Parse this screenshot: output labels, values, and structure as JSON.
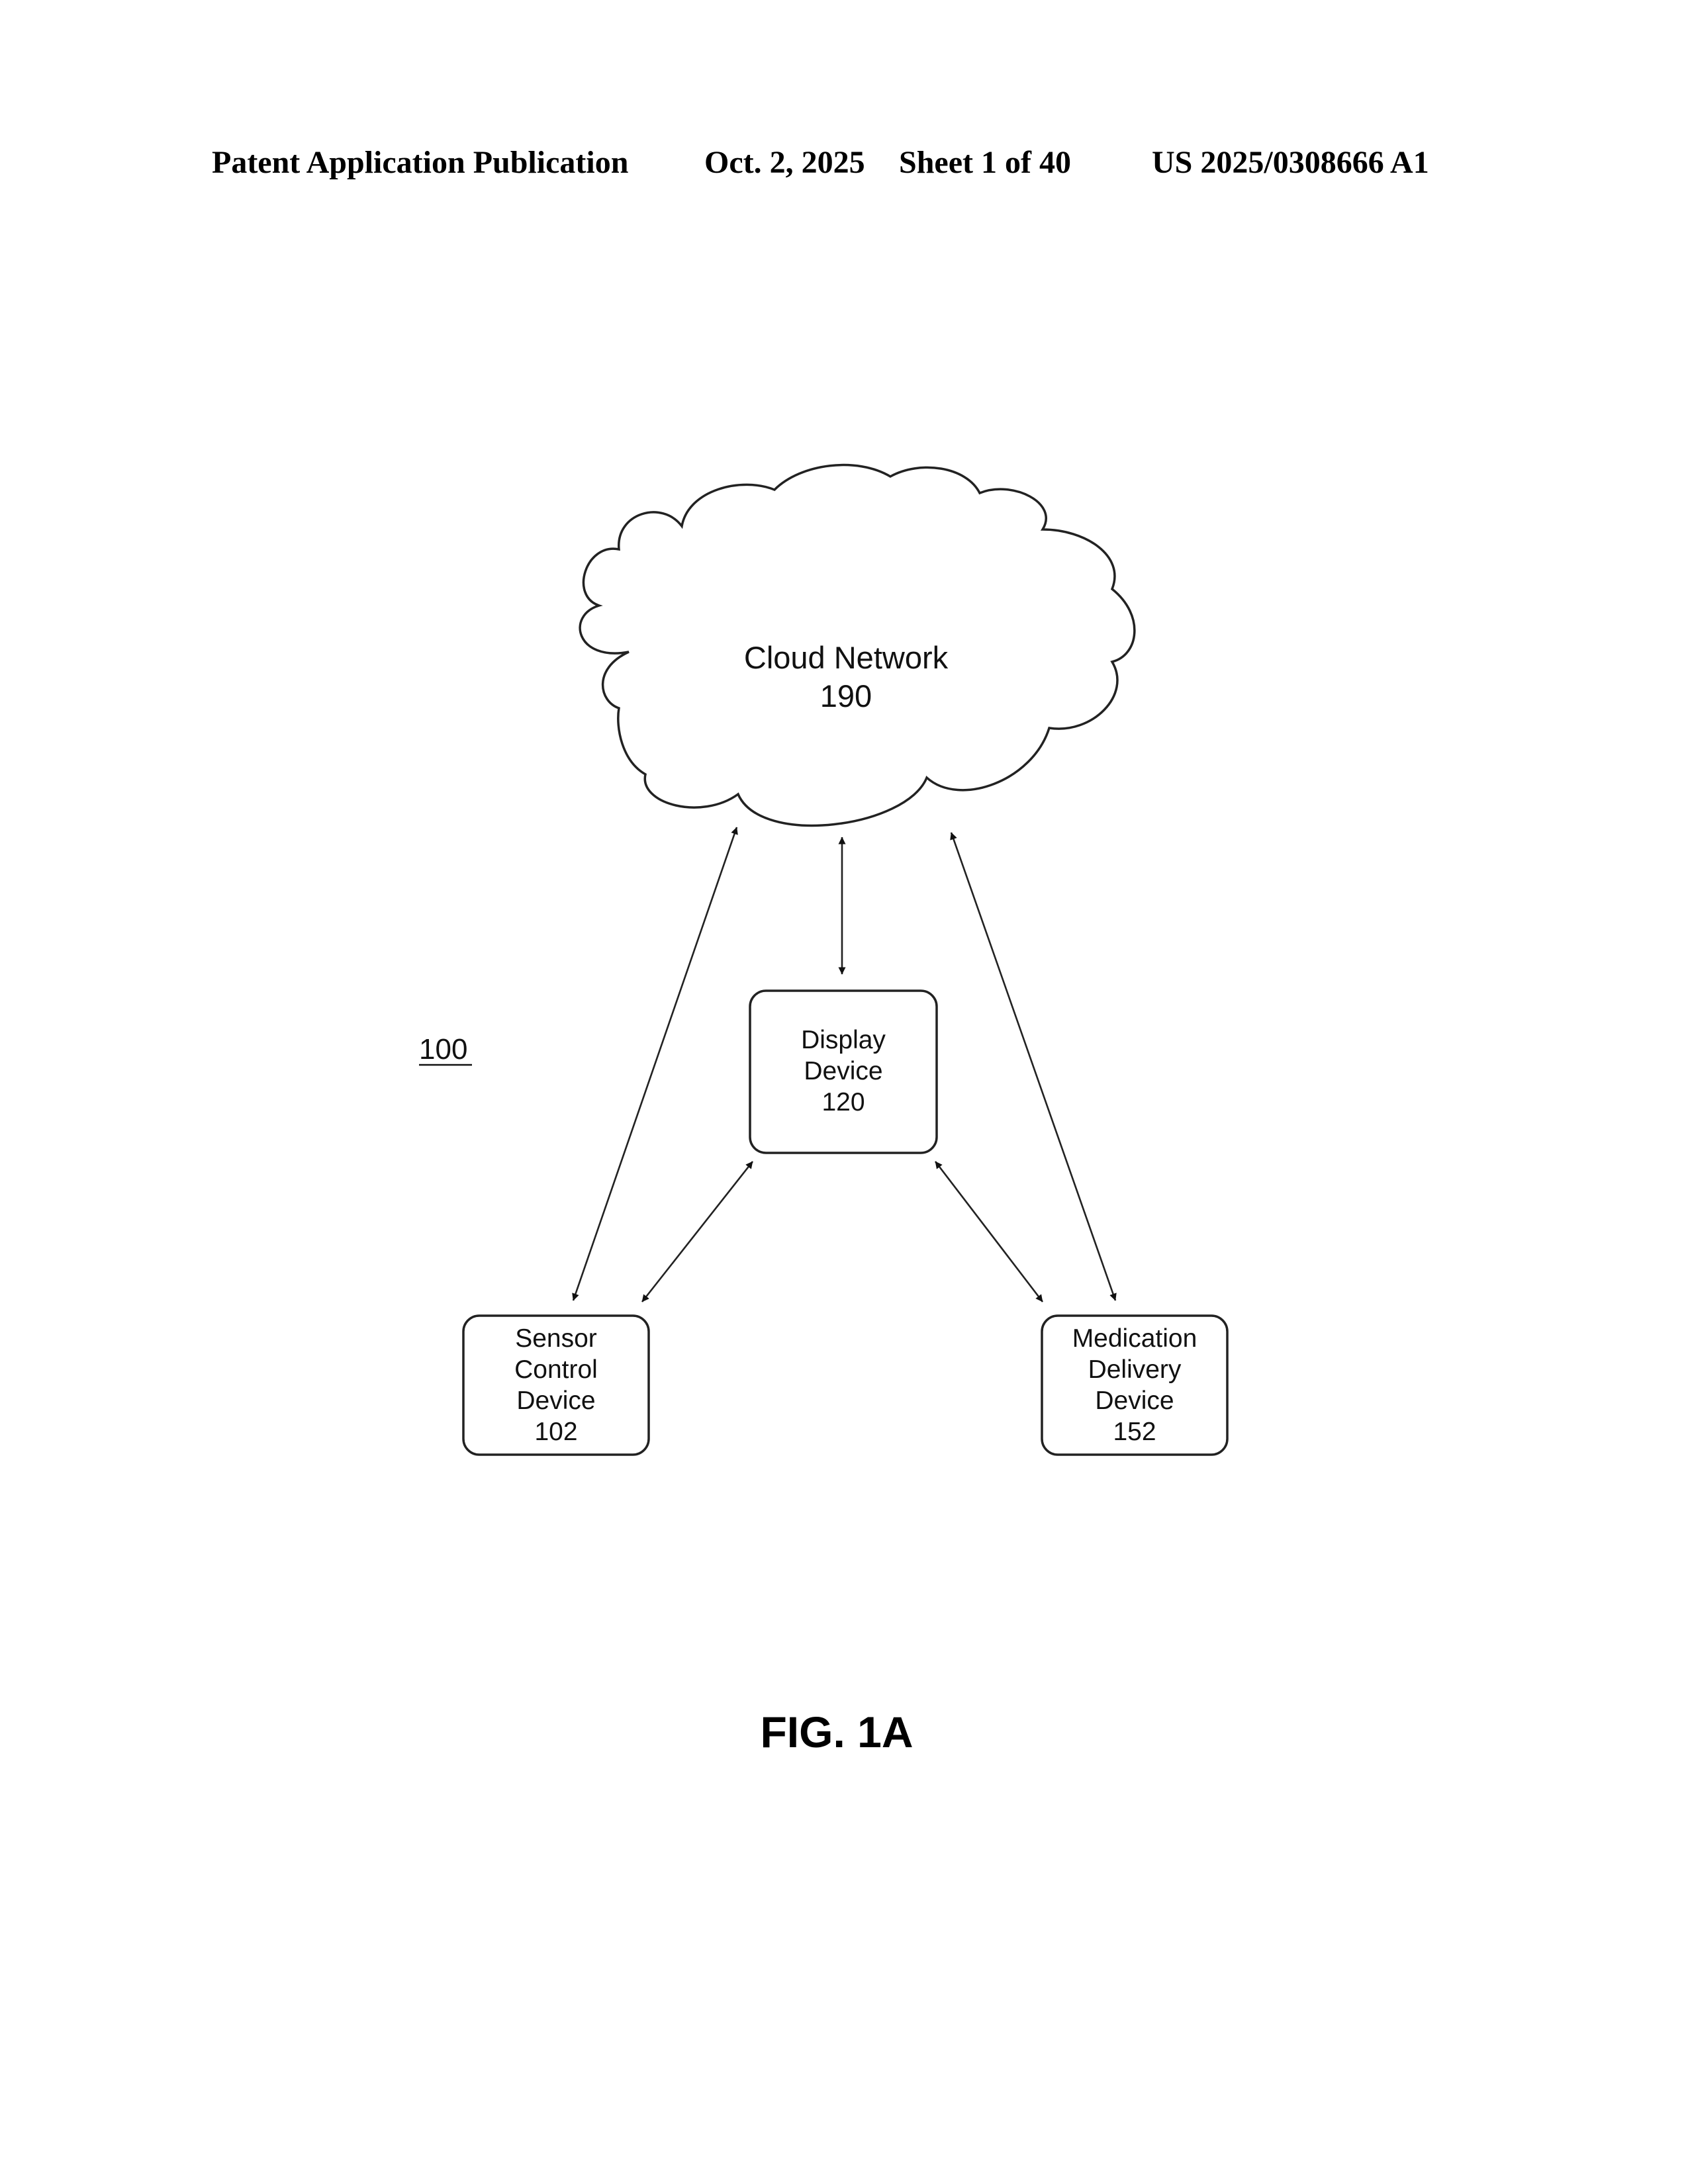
{
  "header": {
    "publication": "Patent Application Publication",
    "date": "Oct. 2, 2025",
    "sheet": "Sheet 1 of 40",
    "number": "US 2025/0308666 A1"
  },
  "diagram": {
    "system_ref": "100",
    "cloud": {
      "name": "Cloud Network",
      "ref": "190"
    },
    "display": {
      "line1": "Display",
      "line2": "Device",
      "ref": "120"
    },
    "sensor": {
      "line1": "Sensor",
      "line2": "Control",
      "line3": "Device",
      "ref": "102"
    },
    "medication": {
      "line1": "Medication",
      "line2": "Delivery",
      "line3": "Device",
      "ref": "152"
    },
    "connections": [
      {
        "from": "cloud",
        "to": "sensor",
        "type": "bidirectional"
      },
      {
        "from": "cloud",
        "to": "display",
        "type": "bidirectional"
      },
      {
        "from": "cloud",
        "to": "medication",
        "type": "bidirectional"
      },
      {
        "from": "display",
        "to": "sensor",
        "type": "bidirectional"
      },
      {
        "from": "display",
        "to": "medication",
        "type": "bidirectional"
      }
    ]
  },
  "figure_label": "FIG. 1A"
}
